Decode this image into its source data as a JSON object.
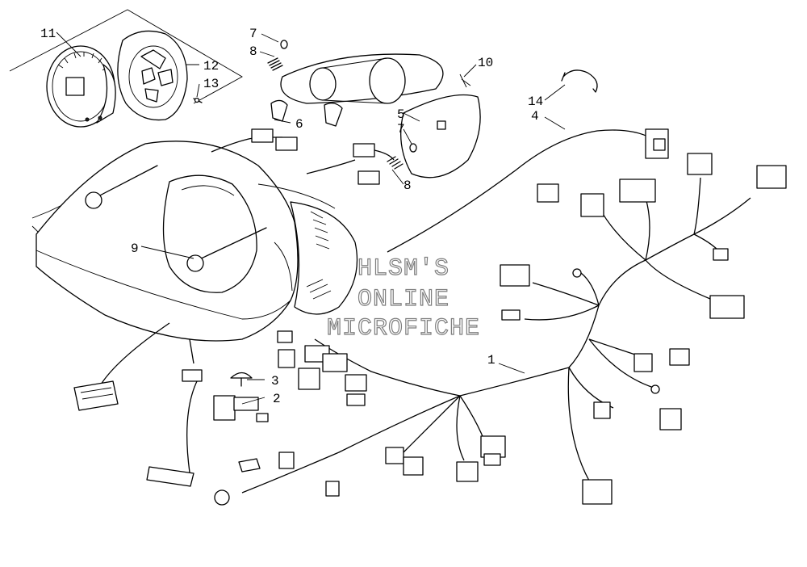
{
  "watermark": {
    "line1": "HLSM'S",
    "line2": "ONLINE",
    "line3": "MICROFICHE"
  },
  "callouts": [
    {
      "id": "1",
      "text": "1"
    },
    {
      "id": "2",
      "text": "2"
    },
    {
      "id": "3",
      "text": "3"
    },
    {
      "id": "4",
      "text": "4"
    },
    {
      "id": "5",
      "text": "5"
    },
    {
      "id": "6",
      "text": "6"
    },
    {
      "id": "7a",
      "text": "7"
    },
    {
      "id": "7b",
      "text": "7"
    },
    {
      "id": "8a",
      "text": "8"
    },
    {
      "id": "8b",
      "text": "8"
    },
    {
      "id": "9",
      "text": "9"
    },
    {
      "id": "10",
      "text": "10"
    },
    {
      "id": "11",
      "text": "11"
    },
    {
      "id": "12",
      "text": "12"
    },
    {
      "id": "13",
      "text": "13"
    },
    {
      "id": "14",
      "text": "14"
    }
  ]
}
